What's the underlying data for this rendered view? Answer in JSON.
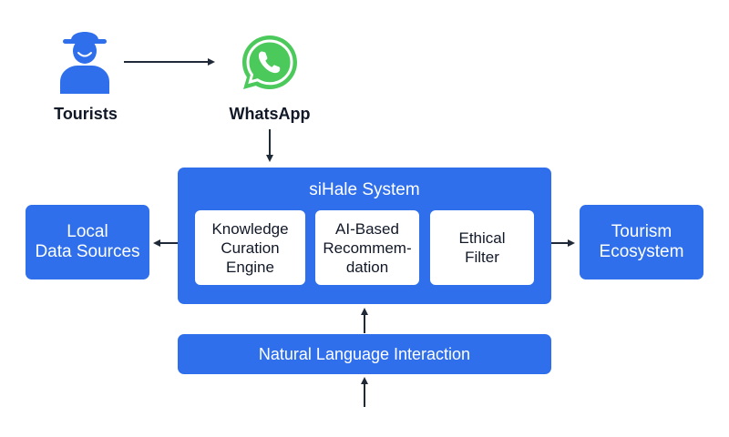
{
  "actors": {
    "tourists": "Tourists",
    "whatsapp": "WhatsApp"
  },
  "system": {
    "title": "siHale System",
    "components": [
      [
        "Knowledge",
        "Curation",
        "Engine"
      ],
      [
        "AI-Based",
        "Recommem-",
        "dation"
      ],
      [
        "Ethical",
        "Filter"
      ]
    ]
  },
  "local_sources": [
    "Local",
    "Data Sources"
  ],
  "tourism_ecosystem": [
    "Tourism",
    "Ecosystem"
  ],
  "interaction": "Natural Language Interaction",
  "colors": {
    "primary_blue": "#2f6fec",
    "whatsapp_green": "#4bc95a",
    "arrow": "#1f2937"
  },
  "icons": [
    "tourist-icon",
    "whatsapp-icon"
  ]
}
